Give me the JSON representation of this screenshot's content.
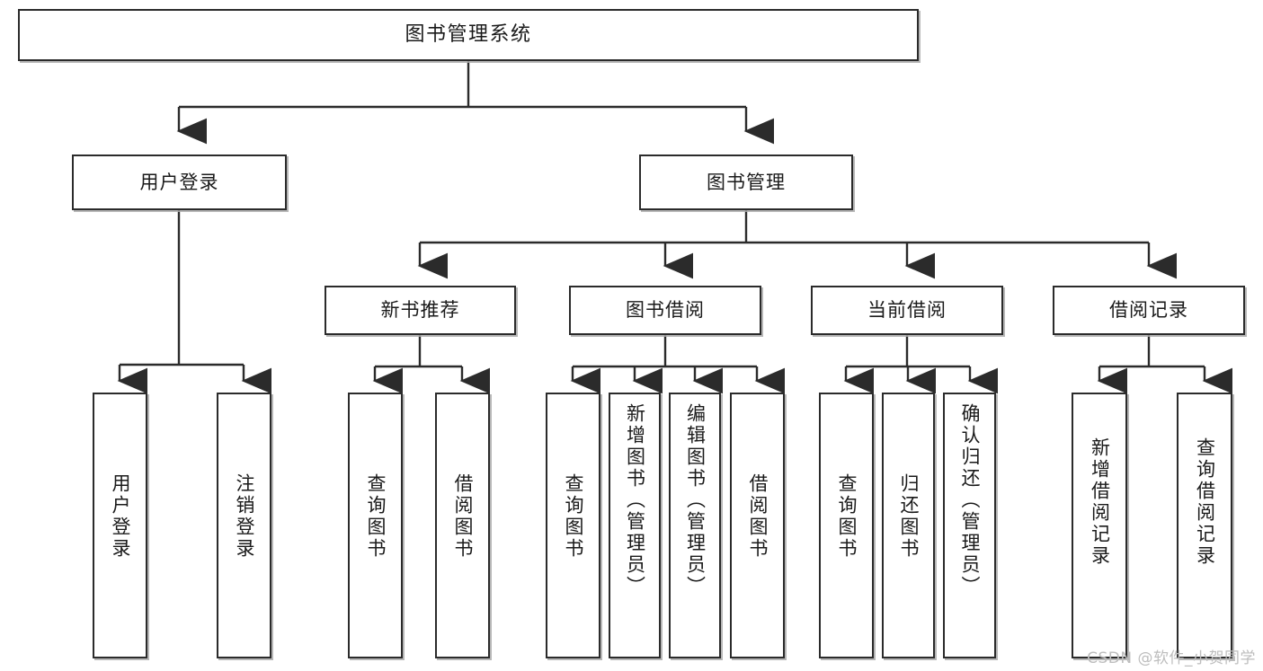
{
  "diagram": {
    "title": "图书管理系统",
    "type": "tree-hierarchy",
    "watermark": "CSDN @软件_小贺同学",
    "root": {
      "label": "图书管理系统"
    },
    "level2": [
      {
        "label": "用户登录"
      },
      {
        "label": "图书管理"
      }
    ],
    "level3": [
      {
        "label": "新书推荐"
      },
      {
        "label": "图书借阅"
      },
      {
        "label": "当前借阅"
      },
      {
        "label": "借阅记录"
      }
    ],
    "leaves": [
      {
        "label": "用户登录"
      },
      {
        "label": "注销登录"
      },
      {
        "label": "查询图书"
      },
      {
        "label": "借阅图书"
      },
      {
        "label": "查询图书"
      },
      {
        "label": "新增图书（管理员）"
      },
      {
        "label": "编辑图书（管理员）"
      },
      {
        "label": "借阅图书"
      },
      {
        "label": "查询图书"
      },
      {
        "label": "归还图书"
      },
      {
        "label": "确认归还（管理员）"
      },
      {
        "label": "新增借阅记录"
      },
      {
        "label": "查询借阅记录"
      }
    ],
    "colors": {
      "stroke": "#2b2b2b",
      "fill": "#ffffff",
      "text": "#1a1a1a",
      "watermark": "#bdbdbd"
    }
  }
}
